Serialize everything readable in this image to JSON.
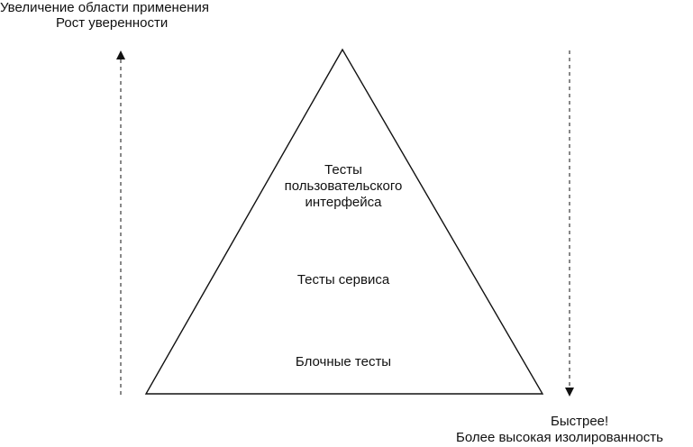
{
  "top_left_label": {
    "line1": "Увеличение области применения",
    "line2": "Рост уверенности"
  },
  "bottom_right_label": {
    "line1": "Быстрее!",
    "line2": "Более высокая изолированность"
  },
  "pyramid": {
    "tiers": [
      {
        "lines": [
          "Тесты",
          "пользовательского",
          "интерфейса"
        ]
      },
      {
        "lines": [
          "Тесты сервиса"
        ]
      },
      {
        "lines": [
          "Блочные тесты"
        ]
      }
    ]
  }
}
